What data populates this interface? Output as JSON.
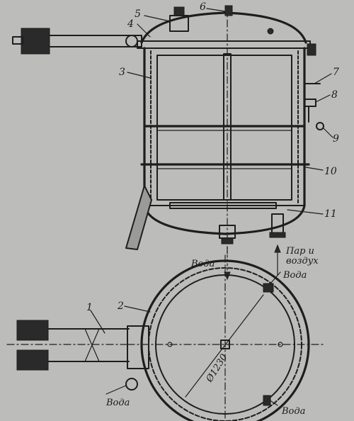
{
  "callouts": [
    "1",
    "2",
    "3",
    "4",
    "5",
    "6",
    "7",
    "8",
    "9",
    "10",
    "11"
  ],
  "labels": {
    "water_top": "Вода",
    "steam_air_line1": "Пар и",
    "steam_air_line2": "воздух",
    "water_right_top": "Вода",
    "water_left_bottom": "Вода",
    "water_bottom": "Вода",
    "diameter": "Ø1230"
  }
}
